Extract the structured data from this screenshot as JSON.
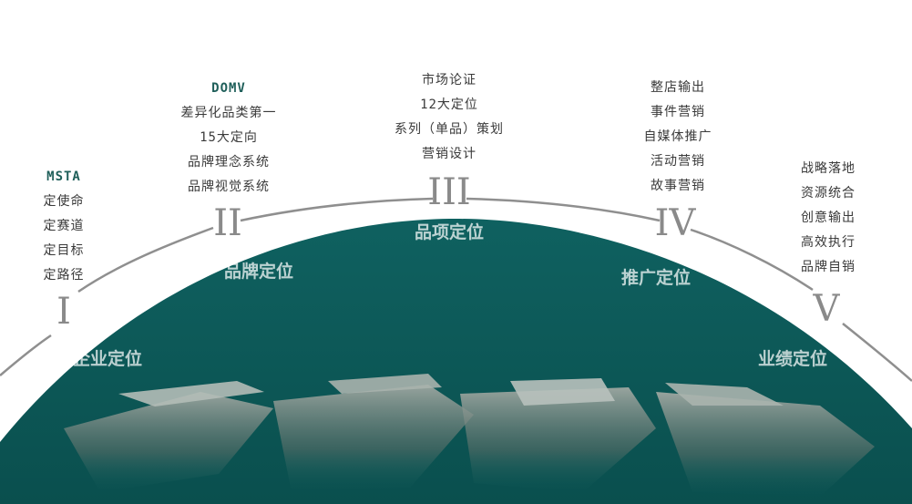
{
  "stages": [
    {
      "numeral": "I",
      "name": "企业定位",
      "items": [
        "MSTA",
        "定使命",
        "定赛道",
        "定目标",
        "定路径"
      ]
    },
    {
      "numeral": "II",
      "name": "品牌定位",
      "items": [
        "DOMV",
        "差异化品类第一",
        "15大定向",
        "品牌理念系统",
        "品牌视觉系统"
      ]
    },
    {
      "numeral": "III",
      "name": "品项定位",
      "items": [
        "市场论证",
        "12大定位",
        "系列（单品）策划",
        "营销设计"
      ]
    },
    {
      "numeral": "IV",
      "name": "推广定位",
      "items": [
        "整店输出",
        "事件营销",
        "自媒体推广",
        "活动营销",
        "故事营销"
      ]
    },
    {
      "numeral": "V",
      "name": "业绩定位",
      "items": [
        "战略落地",
        "资源统合",
        "创意输出",
        "高效执行",
        "品牌自销"
      ]
    }
  ],
  "colors": {
    "dome": "#0f6160",
    "dome_dark": "#0a4f4e",
    "arc_line": "#8f8f8f",
    "heading": "#1f5f5a"
  }
}
